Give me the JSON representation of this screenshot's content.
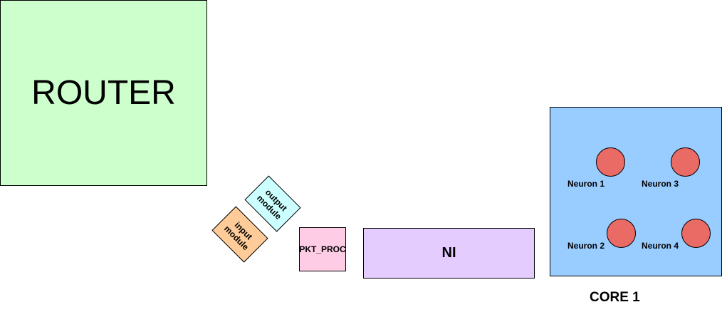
{
  "colors": {
    "router_fill": "#ccffcc",
    "output_module_fill": "#ccffff",
    "input_module_fill": "#ffcc99",
    "pkt_proc_fill": "#ffcce6",
    "ni_fill": "#e5ccff",
    "core_fill": "#99ccff",
    "neuron_fill": "#ea6b66"
  },
  "router": {
    "label": "ROUTER"
  },
  "output_module": {
    "label": "output\nmodule"
  },
  "input_module": {
    "label": "input\nmodule"
  },
  "pkt_proc": {
    "label": "PKT_PROC"
  },
  "ni": {
    "label": "NI"
  },
  "core": {
    "label": "CORE 1",
    "neurons": [
      {
        "label": "Neuron 1"
      },
      {
        "label": "Neuron 2"
      },
      {
        "label": "Neuron 3"
      },
      {
        "label": "Neuron 4"
      }
    ]
  }
}
